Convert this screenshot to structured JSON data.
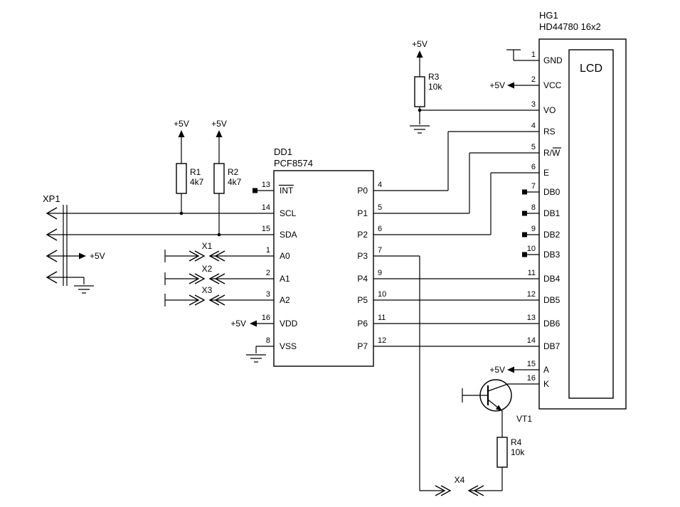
{
  "labels": {
    "plus5v": "+5V"
  },
  "xp1": {
    "ref": "XP1"
  },
  "dd1": {
    "ref": "DD1",
    "part": "PCF8574",
    "left_pins": [
      {
        "num": "13",
        "name": "INT"
      },
      {
        "num": "14",
        "name": "SCL"
      },
      {
        "num": "15",
        "name": "SDA"
      },
      {
        "num": "1",
        "name": "A0"
      },
      {
        "num": "2",
        "name": "A1"
      },
      {
        "num": "3",
        "name": "A2"
      },
      {
        "num": "16",
        "name": "VDD"
      },
      {
        "num": "8",
        "name": "VSS"
      }
    ],
    "right_pins": [
      {
        "num": "4",
        "name": "P0"
      },
      {
        "num": "5",
        "name": "P1"
      },
      {
        "num": "6",
        "name": "P2"
      },
      {
        "num": "7",
        "name": "P3"
      },
      {
        "num": "9",
        "name": "P4"
      },
      {
        "num": "10",
        "name": "P5"
      },
      {
        "num": "11",
        "name": "P6"
      },
      {
        "num": "12",
        "name": "P7"
      }
    ]
  },
  "hg1": {
    "ref": "HG1",
    "part": "HD44780 16x2",
    "screen": "LCD",
    "pins": [
      {
        "num": "1",
        "name": "GND"
      },
      {
        "num": "2",
        "name": "VCC"
      },
      {
        "num": "3",
        "name": "VO"
      },
      {
        "num": "4",
        "name": "RS"
      },
      {
        "num": "5",
        "name": "R/W"
      },
      {
        "num": "6",
        "name": "E"
      },
      {
        "num": "7",
        "name": "DB0"
      },
      {
        "num": "8",
        "name": "DB1"
      },
      {
        "num": "9",
        "name": "DB2"
      },
      {
        "num": "10",
        "name": "DB3"
      },
      {
        "num": "11",
        "name": "DB4"
      },
      {
        "num": "12",
        "name": "DB5"
      },
      {
        "num": "13",
        "name": "DB6"
      },
      {
        "num": "14",
        "name": "DB7"
      },
      {
        "num": "15",
        "name": "A"
      },
      {
        "num": "16",
        "name": "K"
      }
    ]
  },
  "resistors": {
    "r1": {
      "ref": "R1",
      "value": "4k7"
    },
    "r2": {
      "ref": "R2",
      "value": "4k7"
    },
    "r3": {
      "ref": "R3",
      "value": "10k"
    },
    "r4": {
      "ref": "R4",
      "value": "10k"
    }
  },
  "transistor": {
    "ref": "VT1"
  },
  "jumpers": {
    "x1": "X1",
    "x2": "X2",
    "x3": "X3",
    "x4": "X4"
  }
}
